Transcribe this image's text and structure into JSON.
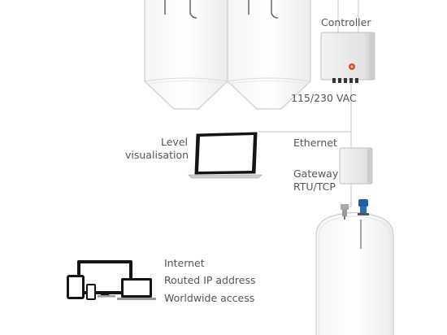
{
  "labels": {
    "controller": "Controller",
    "power": "115/230 VAC",
    "level_line1": "Level",
    "level_line2": "visualisation",
    "ethernet": "Ethernet",
    "gateway_line1": "Gateway",
    "gateway_line2": "RTU/TCP",
    "internet": "Internet",
    "routed_ip": "Routed IP address",
    "worldwide": "Worldwide access"
  },
  "colors": {
    "line": "#c9c9c9",
    "text": "#555555",
    "device": "#111111",
    "sensor": "#1f5fa8",
    "stop_button": "#d9462b",
    "box": "#e6e6e6"
  }
}
